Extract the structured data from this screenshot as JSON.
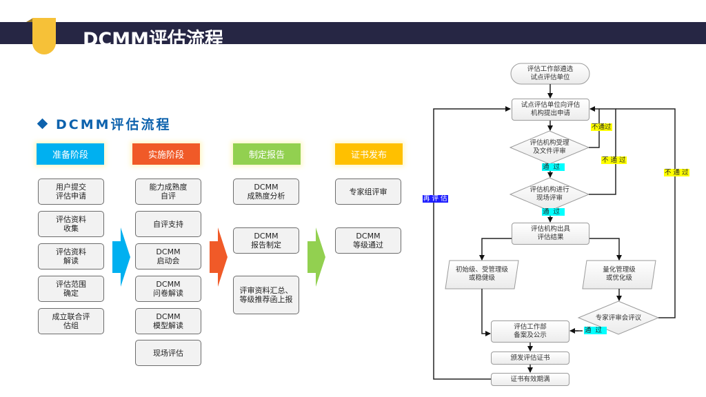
{
  "header": {
    "title": "DCMM评估流程"
  },
  "section": {
    "title": "DCMM评估流程",
    "icon": "diamond-bullet-icon"
  },
  "colors": {
    "header_bar": "#262644",
    "accent_tab": "#f6c138",
    "subtitle": "#0d62ad"
  },
  "stages": [
    {
      "label": "准备阶段",
      "color": "#00b0f0",
      "steps": [
        "用户提交\n评估申请",
        "评估资料\n收集",
        "评估资料\n解读",
        "评估范围\n确定",
        "成立联合评\n估组"
      ]
    },
    {
      "label": "实施阶段",
      "color": "#f05a28",
      "steps": [
        "能力成熟度\n自评",
        "自评支持",
        "DCMM\n启动会",
        "DCMM\n问卷解读",
        "DCMM\n模型解读",
        "现场评估"
      ]
    },
    {
      "label": "制定报告",
      "color": "#92d050",
      "steps": [
        "DCMM\n成熟度分析",
        "DCMM\n报告制定",
        "评审资料汇总、\n等级推荐函上报"
      ]
    },
    {
      "label": "证书发布",
      "color": "#ffc000",
      "steps": [
        "专家组评审",
        "DCMM\n等级通过"
      ]
    }
  ],
  "flowchart": {
    "start": "评估工作部遴选\n试点评估单位",
    "apply": "试点评估单位向评估\n机构提出申请",
    "decision_docs": "评估机构受理\n及文件评审",
    "decision_site": "评估机构进行\n现场评审",
    "result": "评估机构出具\n评估结果",
    "level_low": "初始级、受管理级\n或稳健级",
    "level_high": "量化管理级\n或优化级",
    "expert_review": "专家评审会评议",
    "publish": "评估工作部\n备案及公示",
    "issue_cert": "颁发评估证书",
    "cert_expire": "证书有效期满",
    "labels": {
      "fail_1": "不通过",
      "fail_2": "不 通 过",
      "fail_3": "不 通 过",
      "pass_1": "通过",
      "pass_2": "通过",
      "pass_3": "通过",
      "reassess": "再 评 估"
    }
  }
}
